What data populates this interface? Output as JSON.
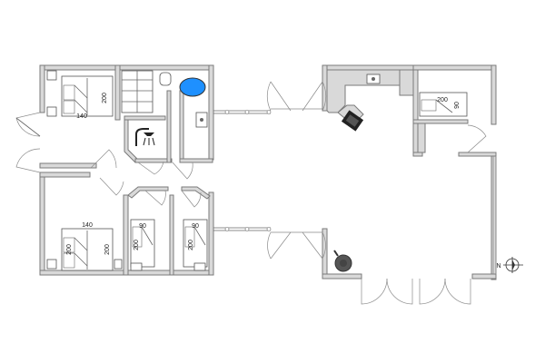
{
  "plan": {
    "bed_labels": {
      "master_width": "140",
      "master_length": "200",
      "bed2_width": "140",
      "bed2_length_a": "200",
      "bed2_length_b": "200",
      "bed3a_width": "90",
      "bed3a_length": "200",
      "bed3b_width": "90",
      "bed3b_length": "200",
      "annex_length": "200",
      "annex_width": "90"
    },
    "compass": {
      "north": "N"
    },
    "colors": {
      "wall": "#d9d9d9",
      "wall_outline": "#7a7a7a",
      "bathtub": "#1e90ff",
      "icon": "#222222"
    }
  }
}
